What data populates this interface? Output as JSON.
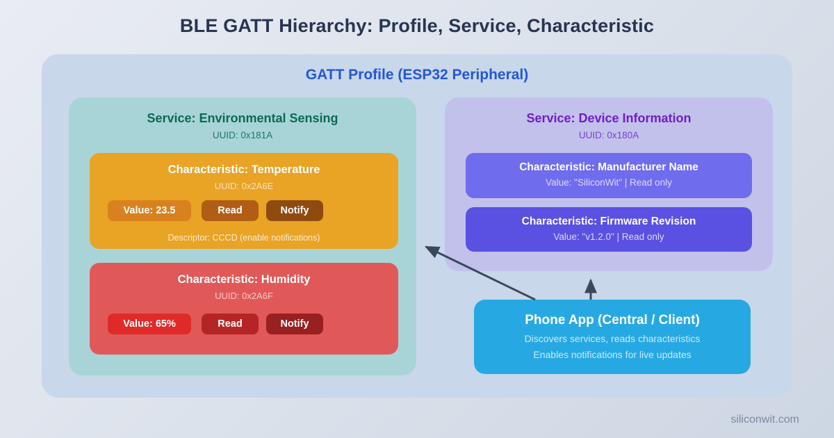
{
  "title": "BLE GATT Hierarchy: Profile, Service, Characteristic",
  "profile": {
    "title": "GATT Profile (ESP32 Peripheral)"
  },
  "environmental_service": {
    "title": "Service: Environmental Sensing",
    "uuid": "UUID: 0x181A",
    "characteristics": [
      {
        "title": "Characteristic: Temperature",
        "uuid": "UUID: 0x2A6E",
        "value_label": "Value: 23.5",
        "read_label": "Read",
        "notify_label": "Notify",
        "descriptor": "Descriptor: CCCD (enable notifications)"
      },
      {
        "title": "Characteristic: Humidity",
        "uuid": "UUID: 0x2A6F",
        "value_label": "Value: 65%",
        "read_label": "Read",
        "notify_label": "Notify"
      }
    ]
  },
  "device_service": {
    "title": "Service: Device Information",
    "uuid": "UUID: 0x180A",
    "characteristics": [
      {
        "title": "Characteristic: Manufacturer Name",
        "value": "Value: \"SiliconWit\" | Read only"
      },
      {
        "title": "Characteristic: Firmware Revision",
        "value": "Value: \"v1.2.0\" | Read only"
      }
    ]
  },
  "phone_app": {
    "title": "Phone App (Central / Client)",
    "line1": "Discovers services, reads characteristics",
    "line2": "Enables notifications for live updates"
  },
  "footer": "siliconwit.com",
  "colors": {
    "page_title": "#263550",
    "profile_box": "#c9d7eb",
    "profile_title": "#2457d6",
    "env_service_box": "#a9d4d7",
    "env_service_title": "#0b6a52",
    "temperature_box": "#e9a325",
    "temperature_value_pill": "#d8811e",
    "temperature_read_pill": "#b15d15",
    "temperature_notify_pill": "#8f4a10",
    "humidity_box": "#e05958",
    "humidity_value_pill": "#e02a2a",
    "humidity_read_pill": "#b52525",
    "humidity_notify_pill": "#992020",
    "device_service_box": "#c2c1ec",
    "device_service_title": "#6e1fc2",
    "manufacturer_box": "#6f6cee",
    "firmware_box": "#5a50e2",
    "phone_box": "#26a9e3",
    "arrow": "#3b4859"
  }
}
